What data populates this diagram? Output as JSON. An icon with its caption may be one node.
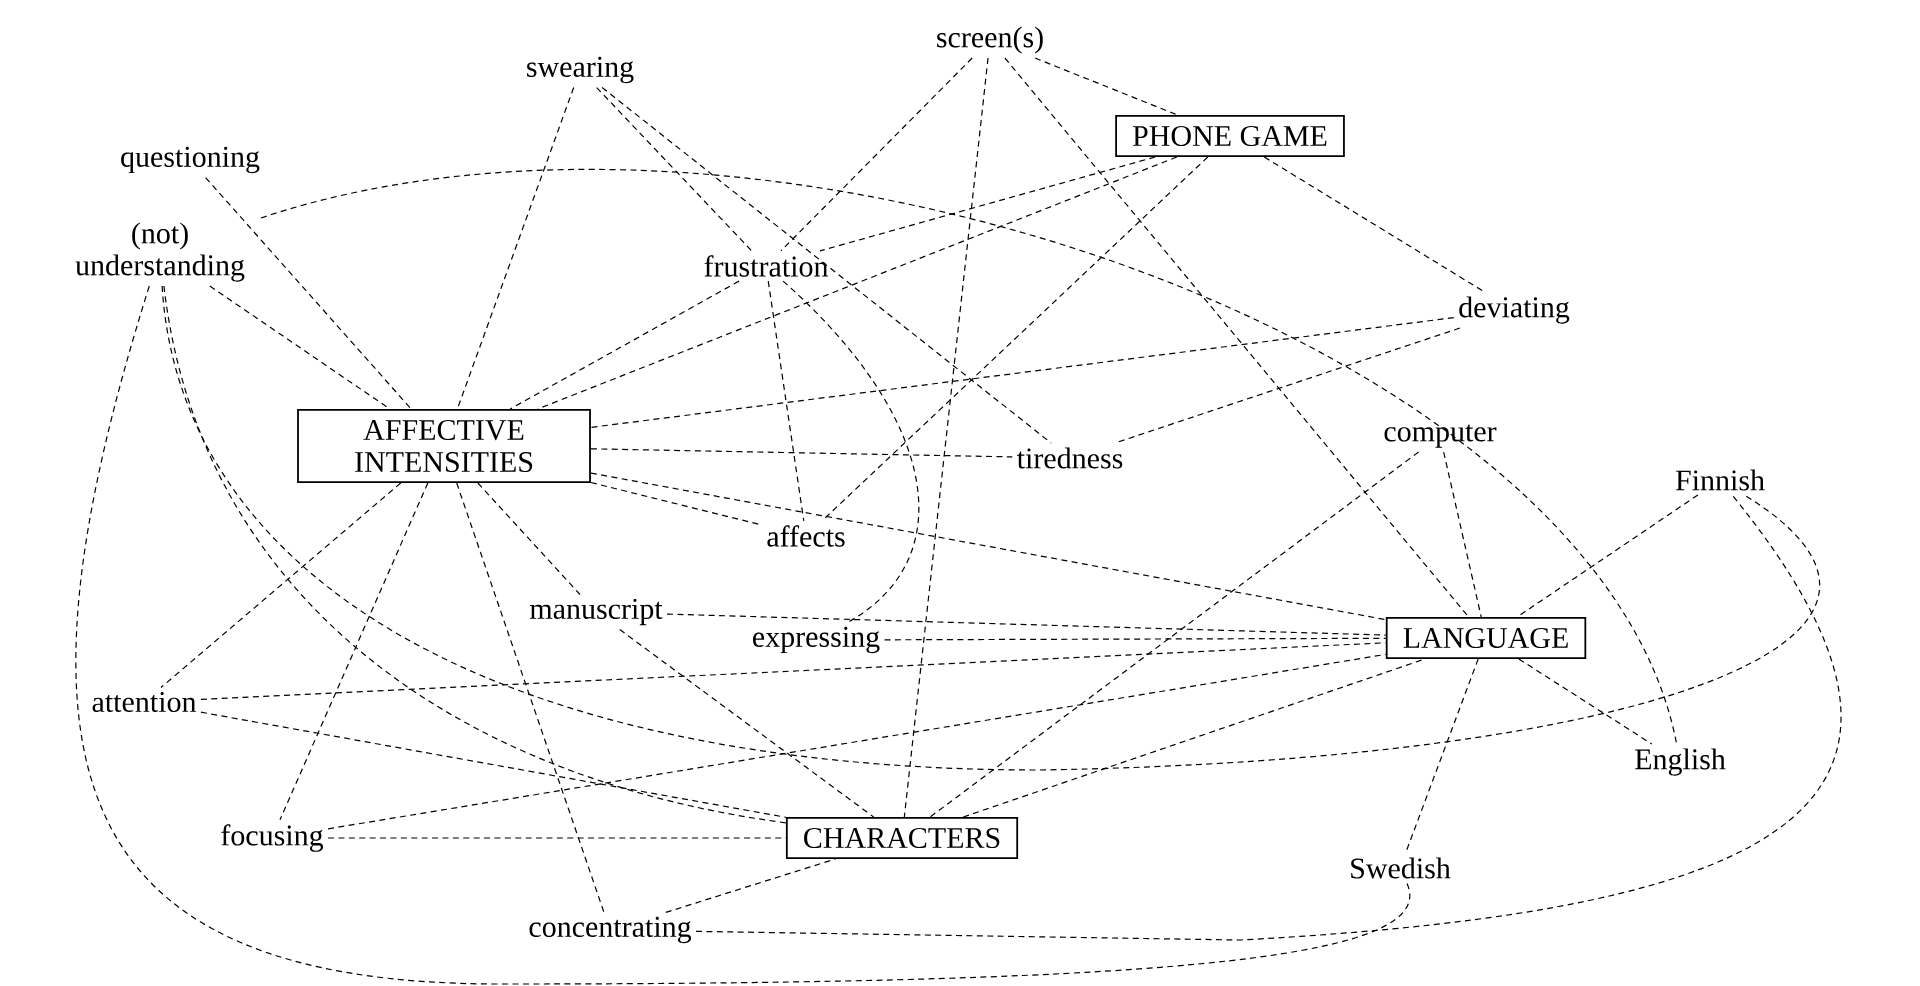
{
  "diagram": {
    "nodes": [
      {
        "text": [
          "questioning"
        ]
      },
      {
        "text": [
          "swearing"
        ]
      },
      {
        "text": [
          "screen(s)"
        ]
      },
      {
        "text": [
          "PHONE GAME"
        ]
      },
      {
        "text": [
          "(not) understanding"
        ]
      },
      {
        "text": [
          "frustration"
        ]
      },
      {
        "text": [
          "deviating"
        ]
      },
      {
        "text": [
          "AFFECTIVE INTENSITIES"
        ]
      },
      {
        "text": [
          "tiredness"
        ]
      },
      {
        "text": [
          "computer"
        ]
      },
      {
        "text": [
          "Finnish"
        ]
      },
      {
        "text": [
          "affects"
        ]
      },
      {
        "text": [
          "manuscript"
        ]
      },
      {
        "text": [
          "expressing"
        ]
      },
      {
        "text": [
          "LANGUAGE"
        ]
      },
      {
        "text": [
          "attention"
        ]
      },
      {
        "text": [
          "English"
        ]
      },
      {
        "text": [
          "focusing"
        ]
      },
      {
        "text": [
          "CHARACTERS"
        ]
      },
      {
        "text": [
          "Swedish"
        ]
      },
      {
        "text": [
          "concentrating"
        ]
      }
    ],
    "edges": [
      {
        "from": 0,
        "to": 7,
        "arrow": "none",
        "style": "dashed"
      },
      {
        "from": 1,
        "to": 7,
        "arrow": "none",
        "style": "dashed"
      },
      {
        "from": 1,
        "to": 5,
        "arrow": "none",
        "style": "dashed"
      },
      {
        "from": 1,
        "to": 8,
        "arrow": "none",
        "style": "dashed"
      },
      {
        "from": 2,
        "to": 3,
        "arrow": "none",
        "style": "dashed"
      },
      {
        "from": 2,
        "to": 5,
        "arrow": "none",
        "style": "dashed"
      },
      {
        "from": 2,
        "to": 18,
        "arrow": "none",
        "style": "dashed"
      },
      {
        "from": 2,
        "to": 14,
        "arrow": "none",
        "style": "dashed"
      },
      {
        "from": 3,
        "to": 5,
        "arrow": "none",
        "style": "dashed"
      },
      {
        "from": 3,
        "to": 7,
        "arrow": "none",
        "style": "dashed"
      },
      {
        "from": 3,
        "to": 11,
        "arrow": "none",
        "style": "dashed"
      },
      {
        "from": 3,
        "to": 6,
        "arrow": "none",
        "style": "dashed"
      },
      {
        "from": 4,
        "to": 7,
        "arrow": "none",
        "style": "dashed"
      },
      {
        "from": 4,
        "to": 16,
        "arrow": "none",
        "style": "dashed"
      },
      {
        "from": 4,
        "to": 19,
        "arrow": "none",
        "style": "dashed"
      },
      {
        "from": 4,
        "to": 18,
        "arrow": "none",
        "style": "dashed"
      },
      {
        "from": 4,
        "to": 10,
        "arrow": "none",
        "style": "dashed"
      },
      {
        "from": 5,
        "to": 7,
        "arrow": "none",
        "style": "dashed"
      },
      {
        "from": 5,
        "to": 11,
        "arrow": "none",
        "style": "dashed"
      },
      {
        "from": 5,
        "to": 13,
        "arrow": "none",
        "style": "dashed"
      },
      {
        "from": 6,
        "to": 7,
        "arrow": "none",
        "style": "dashed"
      },
      {
        "from": 6,
        "to": 8,
        "arrow": "none",
        "style": "dashed"
      },
      {
        "from": 7,
        "to": 8,
        "arrow": "none",
        "style": "dashed"
      },
      {
        "from": 7,
        "to": 11,
        "arrow": "none",
        "style": "dashed"
      },
      {
        "from": 7,
        "to": 14,
        "arrow": "none",
        "style": "dashed"
      },
      {
        "from": 7,
        "to": 15,
        "arrow": "none",
        "style": "dashed"
      },
      {
        "from": 7,
        "to": 17,
        "arrow": "none",
        "style": "dashed"
      },
      {
        "from": 7,
        "to": 20,
        "arrow": "none",
        "style": "dashed"
      },
      {
        "from": 7,
        "to": 12,
        "arrow": "none",
        "style": "dashed"
      },
      {
        "from": 12,
        "to": 14,
        "arrow": "none",
        "style": "dashed"
      },
      {
        "from": 12,
        "to": 18,
        "arrow": "none",
        "style": "dashed"
      },
      {
        "from": 13,
        "to": 14,
        "arrow": "none",
        "style": "dashed"
      },
      {
        "from": 15,
        "to": 14,
        "arrow": "none",
        "style": "dashed"
      },
      {
        "from": 15,
        "to": 18,
        "arrow": "none",
        "style": "dashed"
      },
      {
        "from": 17,
        "to": 14,
        "arrow": "none",
        "style": "dashed"
      },
      {
        "from": 17,
        "to": 18,
        "arrow": "none",
        "style": "dashed"
      },
      {
        "from": 20,
        "to": 18,
        "arrow": "none",
        "style": "dashed"
      },
      {
        "from": 20,
        "to": 10,
        "arrow": "none",
        "style": "dashed"
      },
      {
        "from": 18,
        "to": 14,
        "arrow": "none",
        "style": "dashed"
      },
      {
        "from": 10,
        "to": 14,
        "arrow": "none",
        "style": "dashed"
      },
      {
        "from": 14,
        "to": 16,
        "arrow": "none",
        "style": "dashed"
      },
      {
        "from": 14,
        "to": 19,
        "arrow": "none",
        "style": "dashed"
      },
      {
        "from": 9,
        "to": 14,
        "arrow": "none",
        "style": "dashed"
      },
      {
        "from": 9,
        "to": 18,
        "arrow": "none",
        "style": "dashed"
      }
    ]
  }
}
